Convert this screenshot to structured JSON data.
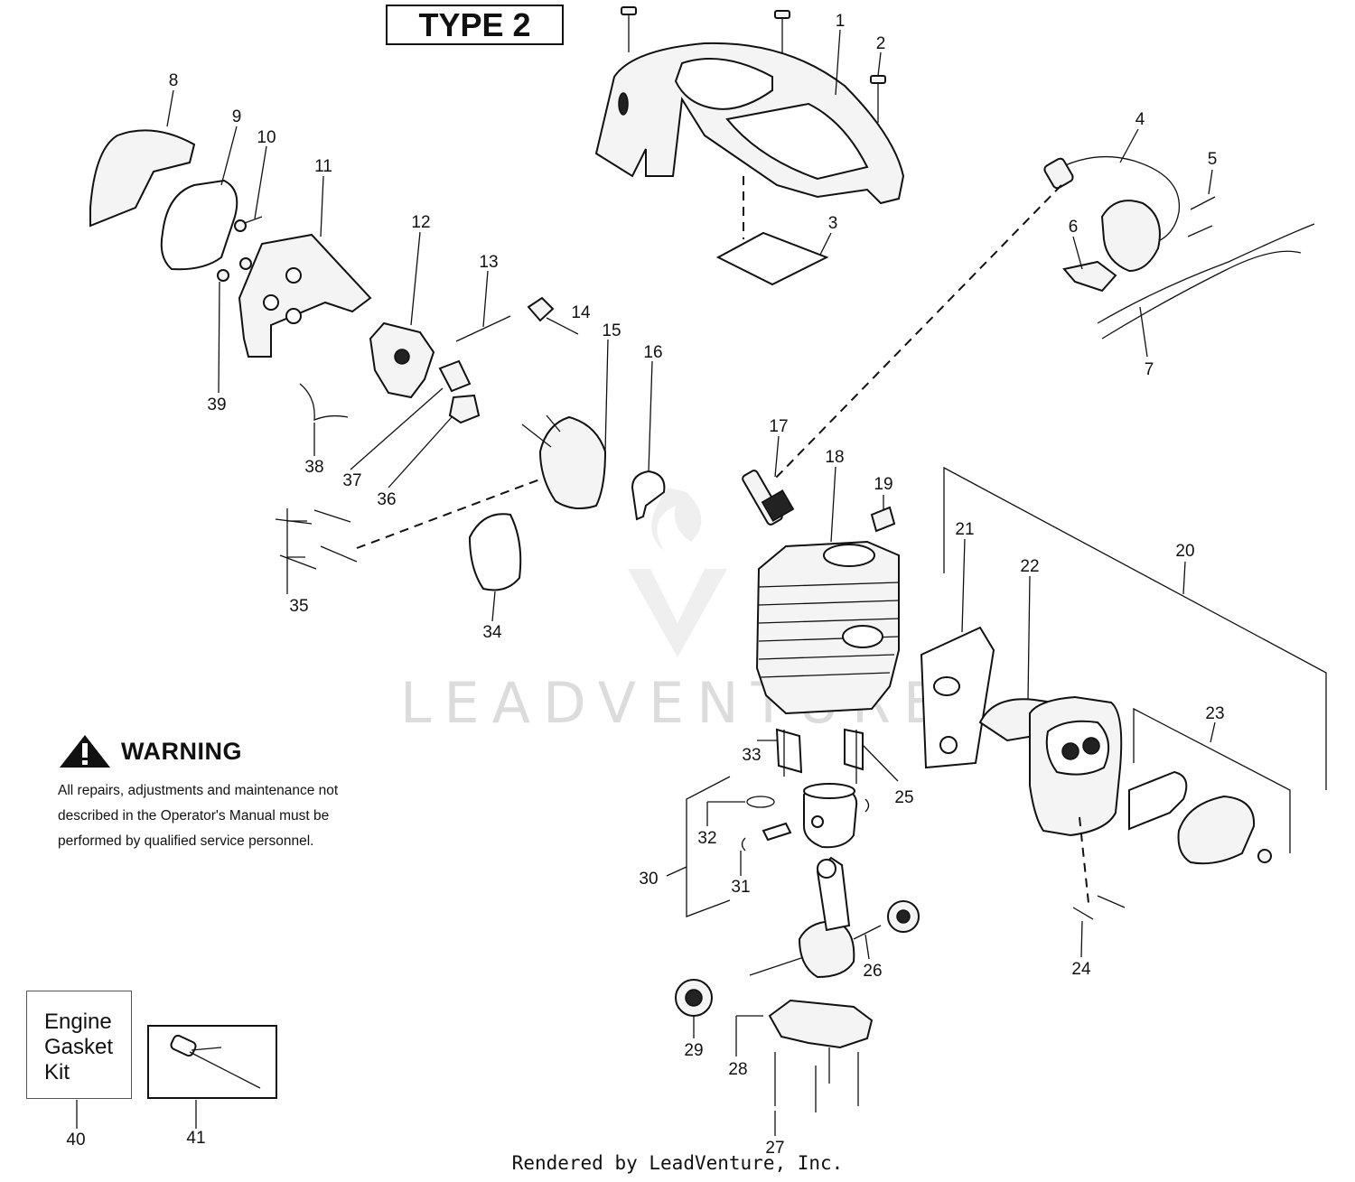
{
  "title": "TYPE 2",
  "warning": {
    "heading": "WARNING",
    "text": "All repairs, adjustments and maintenance not described in the Operator's Manual must be performed by qualified  service personnel."
  },
  "kit": {
    "line1": "Engine",
    "line2": "Gasket",
    "line3": "Kit"
  },
  "watermark": "LEADVENTURE",
  "footer": "Rendered by LeadVenture, Inc.",
  "callouts": [
    "1",
    "2",
    "3",
    "4",
    "5",
    "6",
    "7",
    "8",
    "9",
    "10",
    "11",
    "12",
    "13",
    "14",
    "15",
    "16",
    "17",
    "18",
    "19",
    "20",
    "21",
    "22",
    "23",
    "24",
    "25",
    "26",
    "27",
    "28",
    "29",
    "30",
    "31",
    "32",
    "33",
    "34",
    "35",
    "36",
    "37",
    "38",
    "39",
    "40",
    "41"
  ],
  "icons": {
    "warning": "warning-triangle-icon",
    "tool": "scrench-tool-icon"
  }
}
